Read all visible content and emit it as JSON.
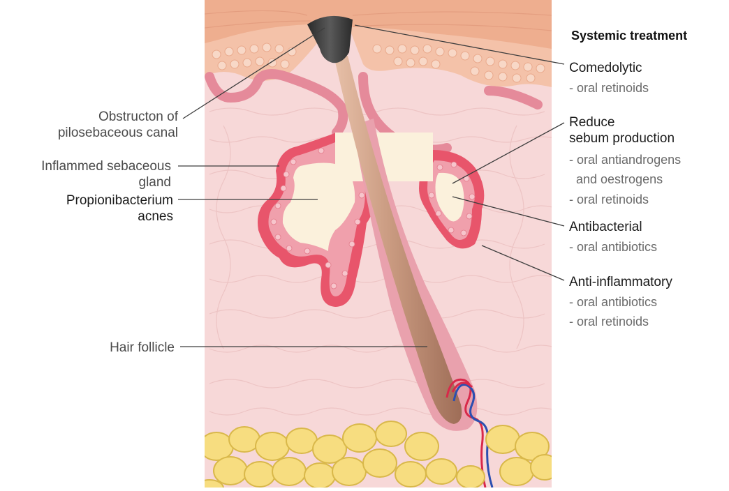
{
  "left_labels": {
    "obstruction_line1": "Obstructon of",
    "obstruction_line2": "pilosebaceous canal",
    "inflamed_line1": "Inflammed sebaceous",
    "inflamed_line2": "gland",
    "propionibacterium_line1": "Propionibacterium",
    "propionibacterium_line2": "acnes",
    "hair_follicle": "Hair follicle"
  },
  "right_panel": {
    "heading": "Systemic treatment",
    "comedolytic": {
      "title": "Comedolytic",
      "items": [
        "- oral retinoids"
      ]
    },
    "reduce_sebum": {
      "title_line1": "Reduce",
      "title_line2": "sebum production",
      "items": [
        "- oral antiandrogens",
        "and oestrogens",
        "- oral retinoids"
      ]
    },
    "antibacterial": {
      "title": "Antibacterial",
      "items": [
        "- oral antibiotics"
      ]
    },
    "anti_inflammatory": {
      "title": "Anti-inflammatory",
      "items": [
        "- oral antibiotics",
        "- oral retinoids"
      ]
    }
  },
  "colors": {
    "dermis": "#f7d8d8",
    "dermis_lines": "#efc3c3",
    "epidermis": "#f2b99f",
    "epidermis_cells": "#f6d2c0",
    "gland_wall": "#e8556b",
    "gland_wall_light": "#f0a3ad",
    "sebum": "#fbf1dc",
    "hair_shaft": "#c99a80",
    "comedone_plug": "#3b3b3b",
    "fat": "#f7dd80",
    "fat_outline": "#d9b84a",
    "leader_line": "#3d3d3d"
  }
}
